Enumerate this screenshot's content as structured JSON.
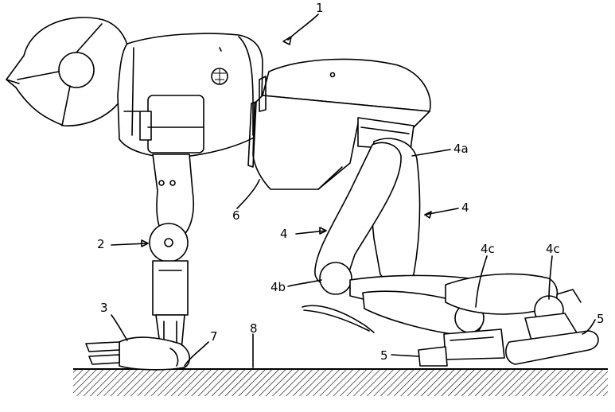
{
  "figure": {
    "labels": [
      {
        "id": "robot",
        "text": "1"
      },
      {
        "id": "head-unit",
        "text": "2"
      },
      {
        "id": "hand",
        "text": "3"
      },
      {
        "id": "leg-left",
        "text": "4"
      },
      {
        "id": "leg-right",
        "text": "4"
      },
      {
        "id": "upper-leg",
        "text": "4a"
      },
      {
        "id": "knee-joint",
        "text": "4b"
      },
      {
        "id": "ankle-joint-left",
        "text": "4c"
      },
      {
        "id": "ankle-joint-right",
        "text": "4c"
      },
      {
        "id": "foot-left",
        "text": "5"
      },
      {
        "id": "foot-right",
        "text": "5"
      },
      {
        "id": "body-panel",
        "text": "6"
      },
      {
        "id": "contact-point",
        "text": "7"
      },
      {
        "id": "ground",
        "text": "8"
      }
    ]
  }
}
